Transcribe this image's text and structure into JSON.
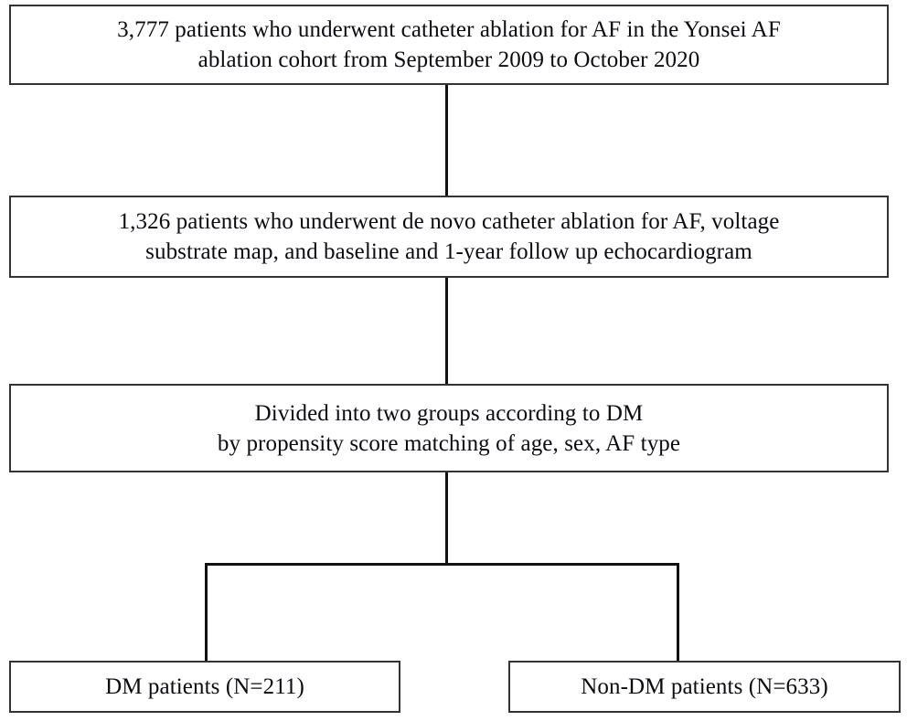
{
  "figure": {
    "type": "flowchart",
    "orientation": "top-down",
    "line_color": "#111111",
    "border_color": "#333333",
    "background_color": "#ffffff",
    "text_color": "#0b0b12"
  },
  "nodes": {
    "cohort": {
      "id": "cohort",
      "lines": [
        "3,777 patients who underwent catheter ablation for AF in the Yonsei AF",
        "ablation cohort from September 2009 to October 2020"
      ],
      "count": "3,777"
    },
    "eligible": {
      "id": "eligible",
      "lines": [
        "1,326 patients who underwent de novo catheter ablation for AF, voltage",
        "substrate map, and baseline and 1-year follow up echocardiogram"
      ],
      "count": "1,326"
    },
    "grouping": {
      "id": "grouping",
      "lines": [
        "Divided into two groups according to DM",
        "by propensity score matching of age, sex, AF type"
      ]
    },
    "dm_group": {
      "id": "dm_group",
      "lines": [
        "DM patients (N=211)"
      ],
      "count": "211"
    },
    "nondm_group": {
      "id": "nondm_group",
      "lines": [
        "Non-DM patients (N=633)"
      ],
      "count": "633"
    }
  },
  "edges": [
    {
      "from": "cohort",
      "to": "eligible"
    },
    {
      "from": "eligible",
      "to": "grouping"
    },
    {
      "from": "grouping",
      "to": "dm_group"
    },
    {
      "from": "grouping",
      "to": "nondm_group"
    }
  ]
}
